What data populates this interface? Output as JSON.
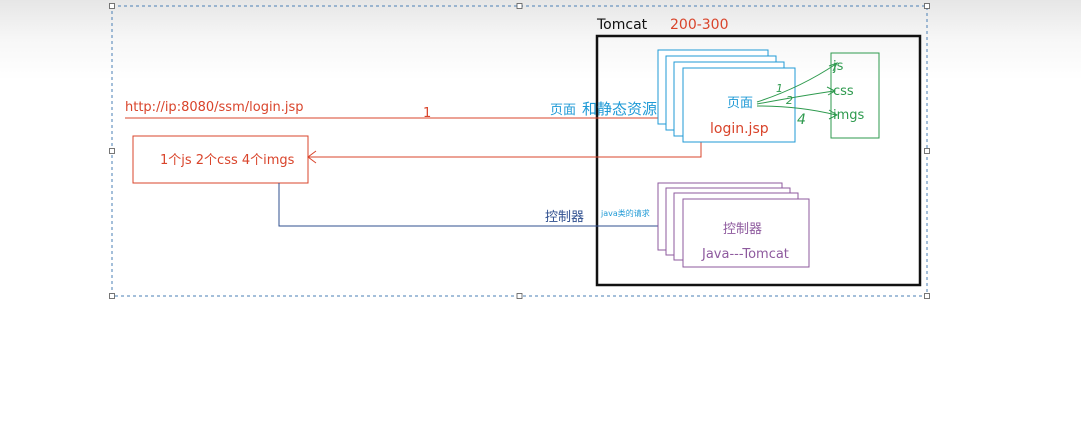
{
  "diagram": {
    "url_label": "http://ip:8080/ssm/login.jsp",
    "step_number": "1",
    "client_box_text": "1个js   2个css  4个imgs",
    "tomcat_label": "Tomcat",
    "tomcat_range": "200-300",
    "static_request_label_a": "页面",
    "static_request_label_b": "和静态资源",
    "page_box_title": "页面",
    "page_box_file": "login.jsp",
    "resources": [
      "js",
      "css",
      "imgs"
    ],
    "handwritten_marks": [
      "1",
      "2",
      "4"
    ],
    "controller_request_label": "控制器",
    "controller_request_sublabel": "java类的请求",
    "controller_box_title": "控制器",
    "controller_box_subtitle": "Java---Tomcat"
  },
  "colors": {
    "red": "#d9442b",
    "blue": "#1f9ad6",
    "navy": "#2f4f8f",
    "purple": "#8e5a9e",
    "green": "#2e9a4e",
    "black": "#111111"
  }
}
